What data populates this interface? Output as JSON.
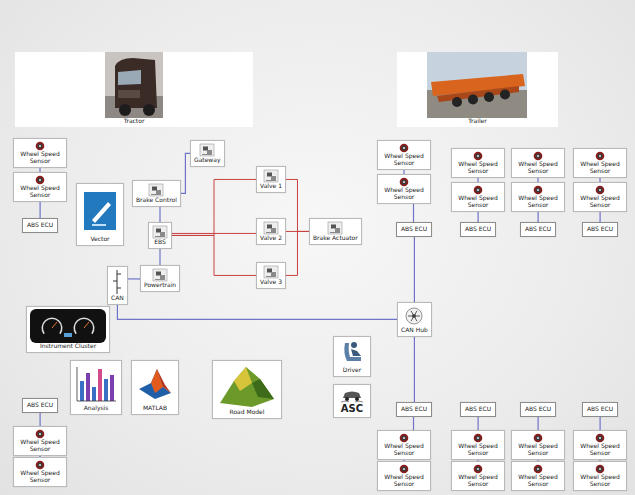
{
  "diagram": {
    "nodes": [
      {
        "text": [
          "Tractor"
        ]
      },
      {
        "text": [
          "Trailer"
        ]
      },
      {
        "text": [
          "Wheel Speed Sensor"
        ]
      },
      {
        "text": [
          "Wheel Speed Sensor"
        ]
      },
      {
        "text": [
          "ABS ECU"
        ]
      },
      {
        "text": [
          "Vector"
        ]
      },
      {
        "text": [
          "Gateway"
        ]
      },
      {
        "text": [
          "Brake Control"
        ]
      },
      {
        "text": [
          "EBS"
        ]
      },
      {
        "text": [
          "Powertrain"
        ]
      },
      {
        "text": [
          "CAN"
        ]
      },
      {
        "text": [
          "Valve 1"
        ]
      },
      {
        "text": [
          "Valve 2"
        ]
      },
      {
        "text": [
          "Valve 3"
        ]
      },
      {
        "text": [
          "Brake Actuator"
        ]
      },
      {
        "text": [
          "Instrument Cluster"
        ]
      },
      {
        "text": [
          "Analysis"
        ]
      },
      {
        "text": [
          "MATLAB"
        ]
      },
      {
        "text": [
          "Road Model"
        ]
      },
      {
        "text": [
          "Driver"
        ]
      },
      {
        "text": [
          "ASC"
        ]
      },
      {
        "text": [
          "CAN Hub"
        ]
      },
      {
        "text": [
          "Wheel Speed Sensor"
        ]
      },
      {
        "text": [
          "Wheel Speed Sensor"
        ]
      },
      {
        "text": [
          "ABS ECU"
        ]
      },
      {
        "text": [
          "ABS ECU"
        ]
      },
      {
        "text": [
          "Wheel Speed Sensor"
        ]
      },
      {
        "text": [
          "Wheel Speed Sensor"
        ]
      },
      {
        "text": [
          "Wheel Speed Sensor"
        ]
      },
      {
        "text": [
          "Wheel Speed Sensor"
        ]
      },
      {
        "text": [
          "ABS ECU"
        ]
      },
      {
        "text": [
          "Wheel Speed Sensor"
        ]
      },
      {
        "text": [
          "Wheel Speed Sensor"
        ]
      },
      {
        "text": [
          "ABS ECU"
        ]
      },
      {
        "text": [
          "Wheel Speed Sensor"
        ]
      },
      {
        "text": [
          "Wheel Speed Sensor"
        ]
      },
      {
        "text": [
          "ABS ECU"
        ]
      },
      {
        "text": [
          "ABS ECU"
        ]
      },
      {
        "text": [
          "Wheel Speed Sensor"
        ]
      },
      {
        "text": [
          "Wheel Speed Sensor"
        ]
      },
      {
        "text": [
          "ABS ECU"
        ]
      },
      {
        "text": [
          "Wheel Speed Sensor"
        ]
      },
      {
        "text": [
          "Wheel Speed Sensor"
        ]
      },
      {
        "text": [
          "ABS ECU"
        ]
      },
      {
        "text": [
          "Wheel Speed Sensor"
        ]
      },
      {
        "text": [
          "Wheel Speed Sensor"
        ]
      },
      {
        "text": [
          "ABS ECU"
        ]
      },
      {
        "text": [
          "Wheel Speed Sensor"
        ]
      },
      {
        "text": [
          "Wheel Speed Sensor"
        ]
      }
    ],
    "edges": [
      {
        "from": 2,
        "to": 3,
        "arrow": "none"
      },
      {
        "from": 3,
        "to": 4,
        "arrow": "none"
      },
      {
        "from": 6,
        "to": 7,
        "arrow": "none"
      },
      {
        "from": 7,
        "to": 8,
        "arrow": "none"
      },
      {
        "from": 8,
        "to": 9,
        "arrow": "none"
      },
      {
        "from": 9,
        "to": 10,
        "arrow": "none"
      },
      {
        "from": 10,
        "to": 21,
        "arrow": "none"
      },
      {
        "from": 8,
        "to": 11,
        "arrow": "none"
      },
      {
        "from": 8,
        "to": 12,
        "arrow": "none"
      },
      {
        "from": 8,
        "to": 13,
        "arrow": "none"
      },
      {
        "from": 11,
        "to": 14,
        "arrow": "none"
      },
      {
        "from": 12,
        "to": 14,
        "arrow": "none"
      },
      {
        "from": 13,
        "to": 14,
        "arrow": "none"
      },
      {
        "from": 22,
        "to": 23,
        "arrow": "none"
      },
      {
        "from": 23,
        "to": 24,
        "arrow": "none"
      },
      {
        "from": 24,
        "to": 21,
        "arrow": "none"
      },
      {
        "from": 21,
        "to": 25,
        "arrow": "none"
      },
      {
        "from": 25,
        "to": 26,
        "arrow": "none"
      },
      {
        "from": 26,
        "to": 27,
        "arrow": "none"
      },
      {
        "from": 28,
        "to": 29,
        "arrow": "none"
      },
      {
        "from": 29,
        "to": 30,
        "arrow": "none"
      },
      {
        "from": 31,
        "to": 32,
        "arrow": "none"
      },
      {
        "from": 32,
        "to": 33,
        "arrow": "none"
      },
      {
        "from": 34,
        "to": 35,
        "arrow": "none"
      },
      {
        "from": 35,
        "to": 36,
        "arrow": "none"
      },
      {
        "from": 37,
        "to": 38,
        "arrow": "none"
      },
      {
        "from": 38,
        "to": 39,
        "arrow": "none"
      },
      {
        "from": 40,
        "to": 41,
        "arrow": "none"
      },
      {
        "from": 41,
        "to": 42,
        "arrow": "none"
      },
      {
        "from": 43,
        "to": 44,
        "arrow": "none"
      },
      {
        "from": 44,
        "to": 45,
        "arrow": "none"
      },
      {
        "from": 46,
        "to": 47,
        "arrow": "none"
      },
      {
        "from": 47,
        "to": 48,
        "arrow": "none"
      }
    ]
  }
}
